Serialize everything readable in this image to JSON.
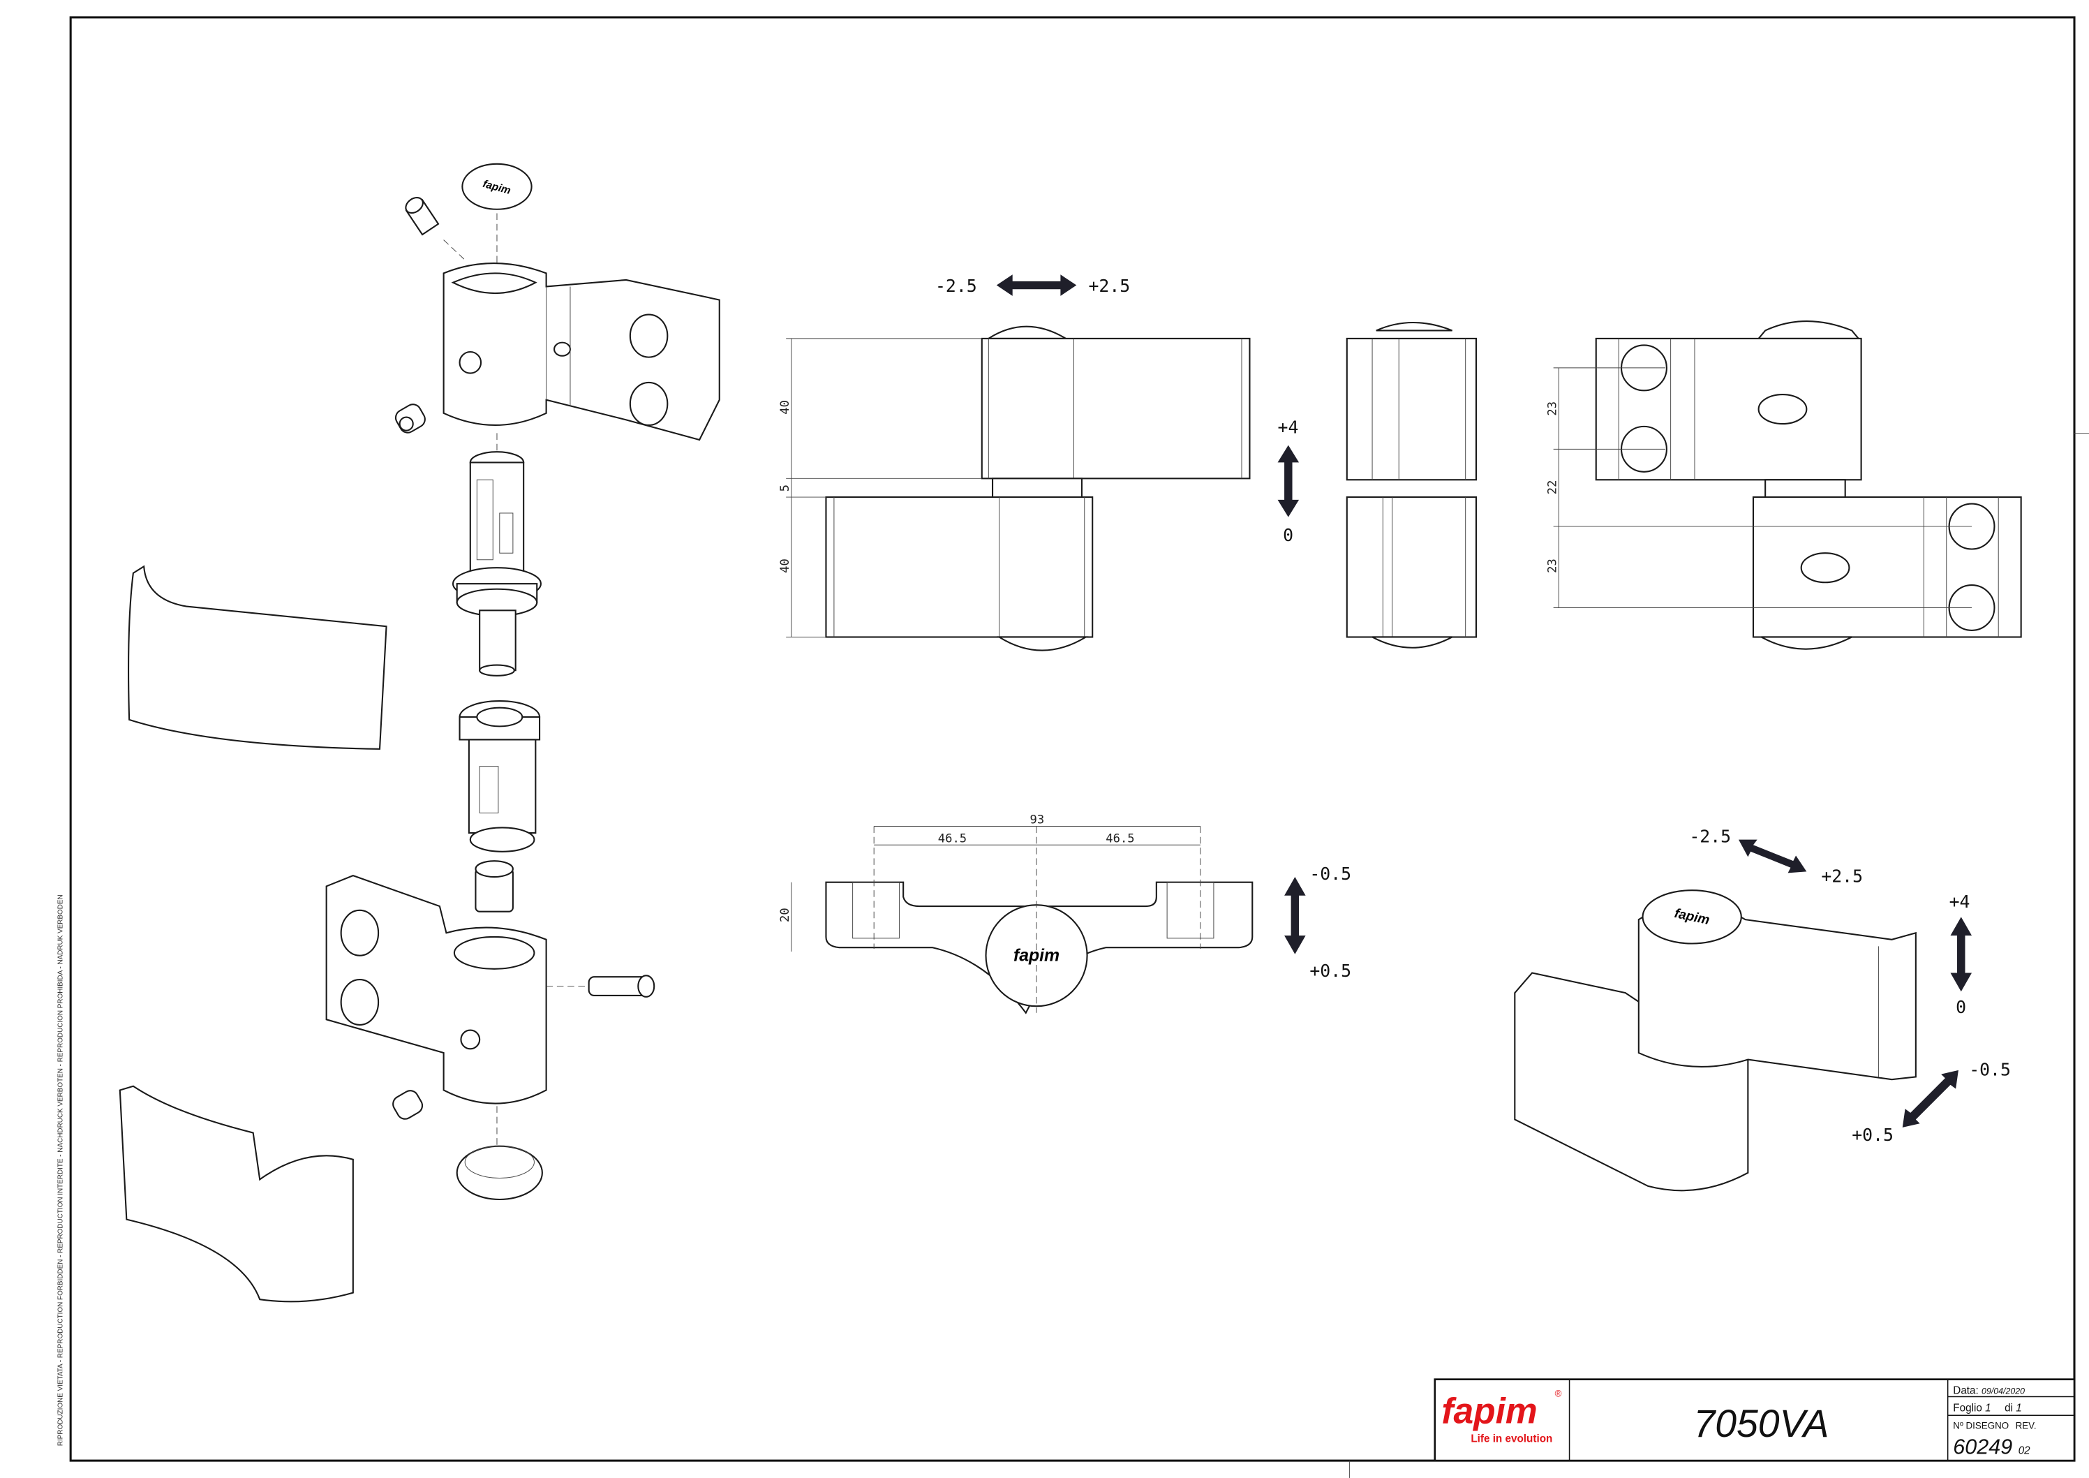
{
  "side_notice": "RIPRODUZIONE VIETATA - REPRODUCTION FORBIDDEN - REPRODUCTION INTERDITE - NACHDRUCK VERBOTEN - REPRODUCION PROHIBIDA - NADRUK VERBODEN",
  "title_block": {
    "brand": "fapim",
    "tagline": "Life in evolution",
    "registered_mark": "®",
    "product_code": "7050VA",
    "date_label": "Data:",
    "date_value": "09/04/2020",
    "sheet_label": "Foglio",
    "sheet_number": "1",
    "sheet_of_label": "di",
    "sheet_total": "1",
    "drawing_number_label": "Nº DISEGNO",
    "revision_label": "REV.",
    "drawing_number": "60249",
    "revision": "02",
    "brand_color": "#e3151a"
  },
  "front_view": {
    "horizontal_adjust_minus": "-2.5",
    "horizontal_adjust_plus": "+2.5",
    "dim_upper_leaf": "40",
    "dim_gap": "5",
    "dim_lower_leaf": "40",
    "vertical_adjust_plus": "+4",
    "vertical_adjust_zero": "0"
  },
  "rear_view": {
    "dim_hole_spacing_upper": "23",
    "dim_middle": "22",
    "dim_hole_spacing_lower": "23"
  },
  "top_view": {
    "dim_total": "93",
    "dim_half_left": "46.5",
    "dim_half_right": "46.5",
    "dim_height": "20",
    "compression_minus": "-0.5",
    "compression_plus": "+0.5",
    "cap_logo": "fapim"
  },
  "iso_view": {
    "horizontal_minus": "-2.5",
    "horizontal_plus": "+2.5",
    "vertical_plus": "+4",
    "vertical_zero": "0",
    "compression_minus": "-0.5",
    "compression_plus": "+0.5",
    "cap_logo": "fapim"
  }
}
